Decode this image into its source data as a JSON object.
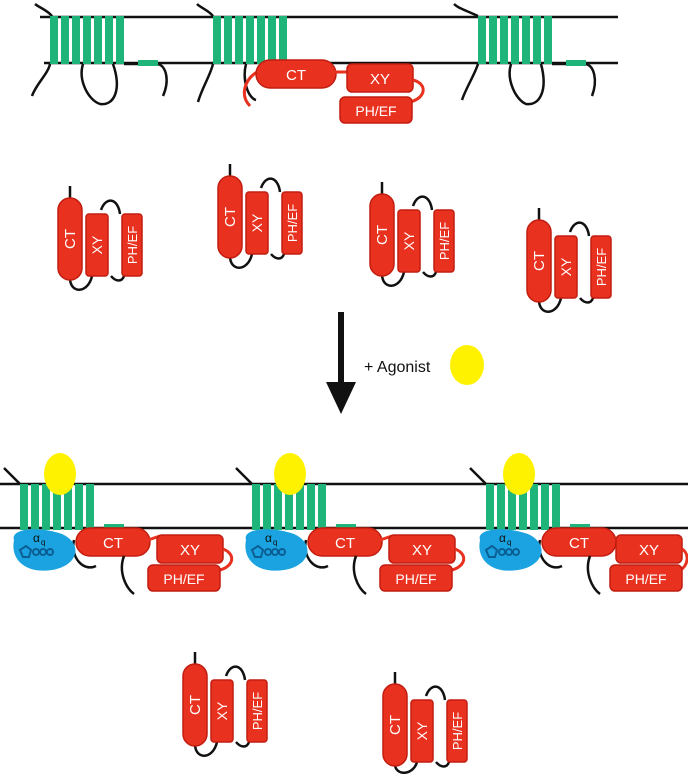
{
  "labels": {
    "ct": "CT",
    "xy": "XY",
    "ph_ef": "PH/EF",
    "agonist": "+ Agonist",
    "alpha": "α",
    "alpha_sub": "q"
  },
  "colors": {
    "membrane": "#111111",
    "helix": "#1fb57a",
    "plc_red": "#e8321f",
    "plc_red_dark": "#c21d10",
    "agonist": "#fff200",
    "galpha": "#1aa3e0",
    "galpha_dark": "#0b5f94",
    "text_white": "#ffffff"
  },
  "icons": {
    "arrow": "down-arrow-icon",
    "agonist": "agonist-ligand-icon",
    "gpcr": "gpcr-receptor-icon",
    "galpha": "g-alpha-q-icon",
    "plc": "plc-enzyme-icon"
  }
}
